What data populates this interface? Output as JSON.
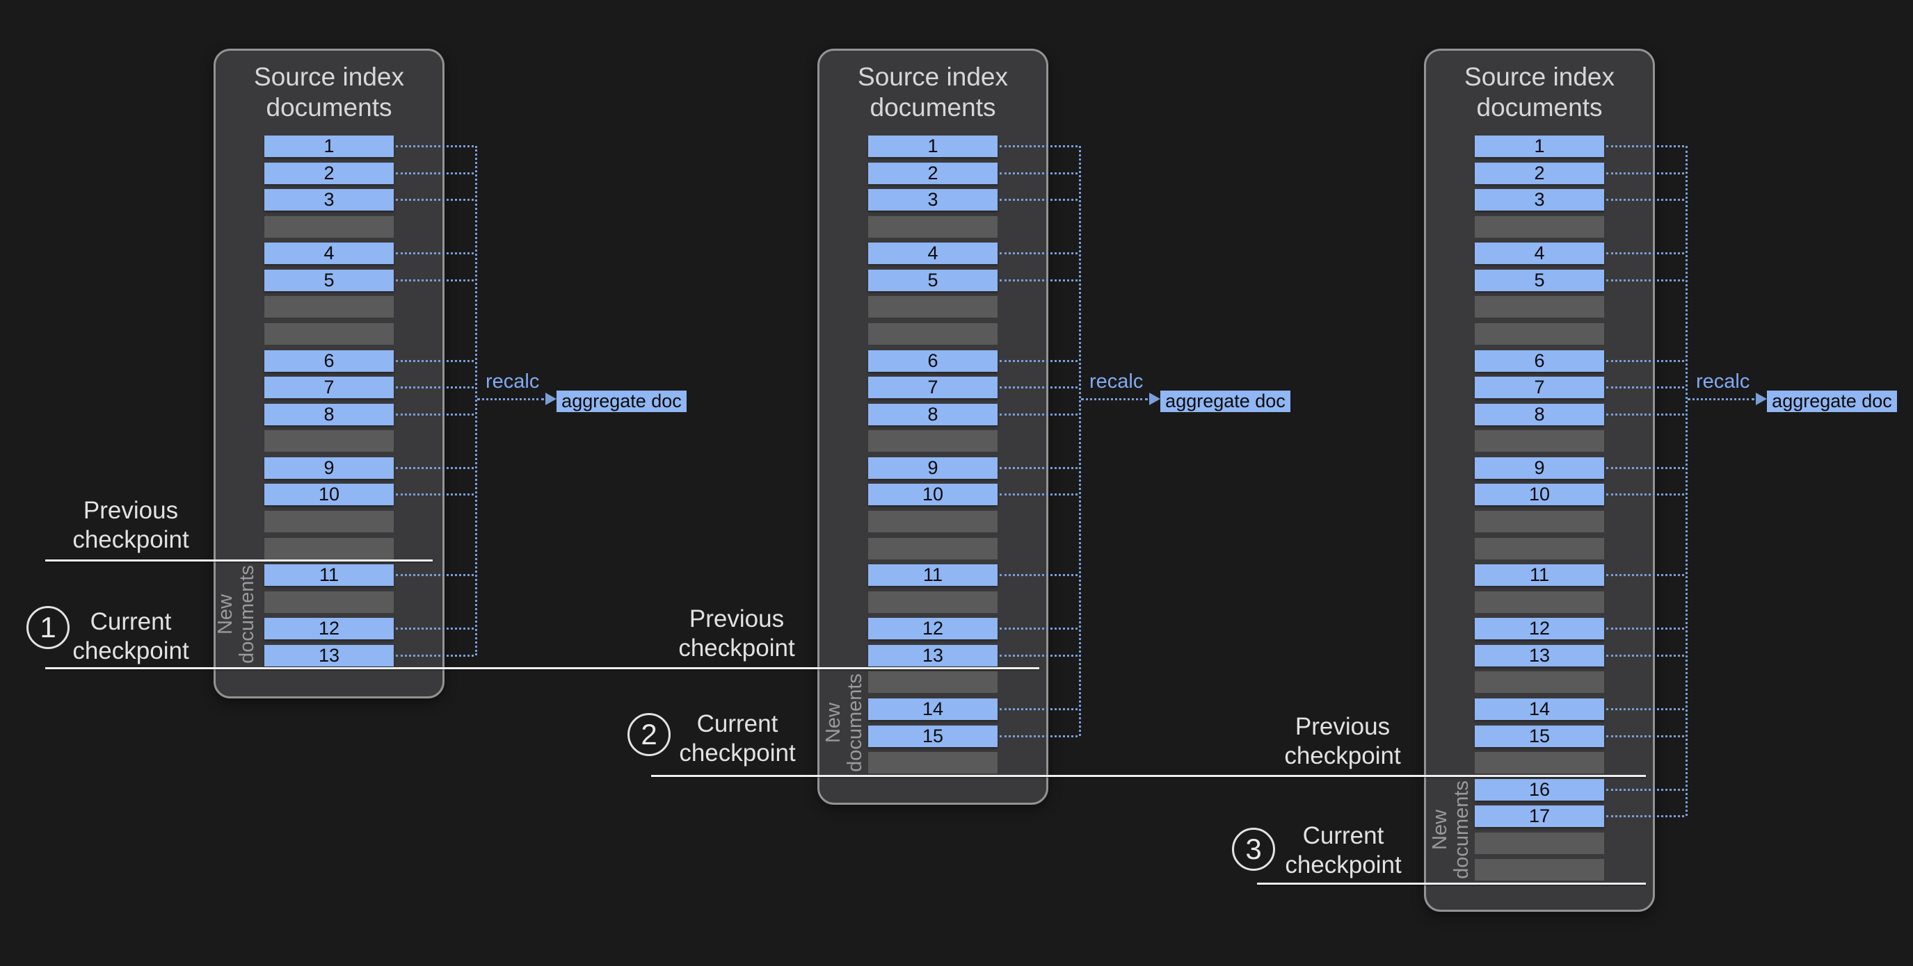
{
  "panels": [
    {
      "title_lines": [
        "Source index",
        "documents"
      ],
      "rows": [
        "1",
        "2",
        "3",
        "",
        "4",
        "5",
        "",
        "",
        "6",
        "7",
        "8",
        "",
        "9",
        "10",
        "",
        "",
        "11",
        "",
        "12",
        "13"
      ],
      "new_documents_lines": [
        "New",
        "documents"
      ],
      "recalc_label": "recalc",
      "aggregate_doc_label": "aggregate doc"
    },
    {
      "title_lines": [
        "Source index",
        "documents"
      ],
      "rows": [
        "1",
        "2",
        "3",
        "",
        "4",
        "5",
        "",
        "",
        "6",
        "7",
        "8",
        "",
        "9",
        "10",
        "",
        "",
        "11",
        "",
        "12",
        "13",
        "",
        "14",
        "15",
        ""
      ],
      "new_documents_lines": [
        "New",
        "documents"
      ],
      "recalc_label": "recalc",
      "aggregate_doc_label": "aggregate doc"
    },
    {
      "title_lines": [
        "Source index",
        "documents"
      ],
      "rows": [
        "1",
        "2",
        "3",
        "",
        "4",
        "5",
        "",
        "",
        "6",
        "7",
        "8",
        "",
        "9",
        "10",
        "",
        "",
        "11",
        "",
        "12",
        "13",
        "",
        "14",
        "15",
        "",
        "16",
        "17",
        "",
        ""
      ],
      "new_documents_lines": [
        "New",
        "documents"
      ],
      "recalc_label": "recalc",
      "aggregate_doc_label": "aggregate doc"
    }
  ],
  "checkpoints": [
    {
      "step_number": "1",
      "previous_label_lines": [
        "Previous",
        "checkpoint"
      ],
      "current_label_lines": [
        "Current",
        "checkpoint"
      ]
    },
    {
      "step_number": "2",
      "previous_label_lines": [
        "Previous",
        "checkpoint"
      ],
      "current_label_lines": [
        "Current",
        "checkpoint"
      ]
    },
    {
      "step_number": "3",
      "previous_label_lines": [
        "Previous",
        "checkpoint"
      ],
      "current_label_lines": [
        "Current",
        "checkpoint"
      ]
    }
  ],
  "colors": {
    "background": "#1a1a1a",
    "panel_fill": "#3a3a3c",
    "panel_border": "#939393",
    "document_blue": "#90b6f3",
    "empty_slot_gray": "#5a5a5a",
    "connector_blue": "#7b9fd9",
    "recalc_text_blue": "#83aaf2",
    "checkpoint_line": "#f0f0f0",
    "label_text": "#e2e2e2",
    "new_documents_text": "#9a9a9a"
  }
}
